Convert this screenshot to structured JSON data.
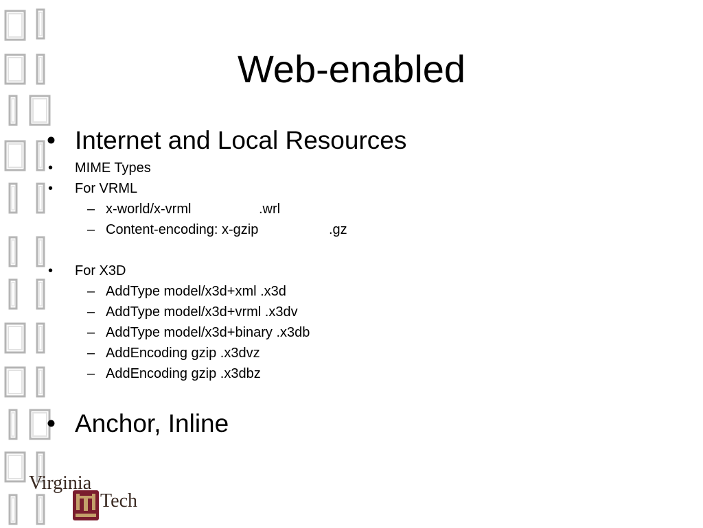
{
  "slide": {
    "title": "Web-enabled",
    "bullets": {
      "b1": "Internet and Local Resources",
      "b2": "MIME Types",
      "b3": "For VRML",
      "b3_sub1_a": "x-world/x-vrml",
      "b3_sub1_b": ".wrl",
      "b3_sub2_a": "Content-encoding: x-gzip",
      "b3_sub2_b": ".gz",
      "b4": "For X3D",
      "b4_sub1": "AddType model/x3d+xml .x3d",
      "b4_sub2": "AddType model/x3d+vrml .x3dv",
      "b4_sub3": "AddType model/x3d+binary .x3db",
      "b4_sub4": "AddEncoding gzip .x3dvz",
      "b4_sub5": "AddEncoding gzip .x3dbz",
      "b5": "Anchor, Inline"
    },
    "bullet_glyph": "•",
    "dash_glyph": "–"
  },
  "logo": {
    "line1": "Virginia",
    "line2": "Tech",
    "colors": {
      "maroon": "#7a1d2e",
      "text": "#3a2a22",
      "gold": "#c4a06a"
    }
  }
}
